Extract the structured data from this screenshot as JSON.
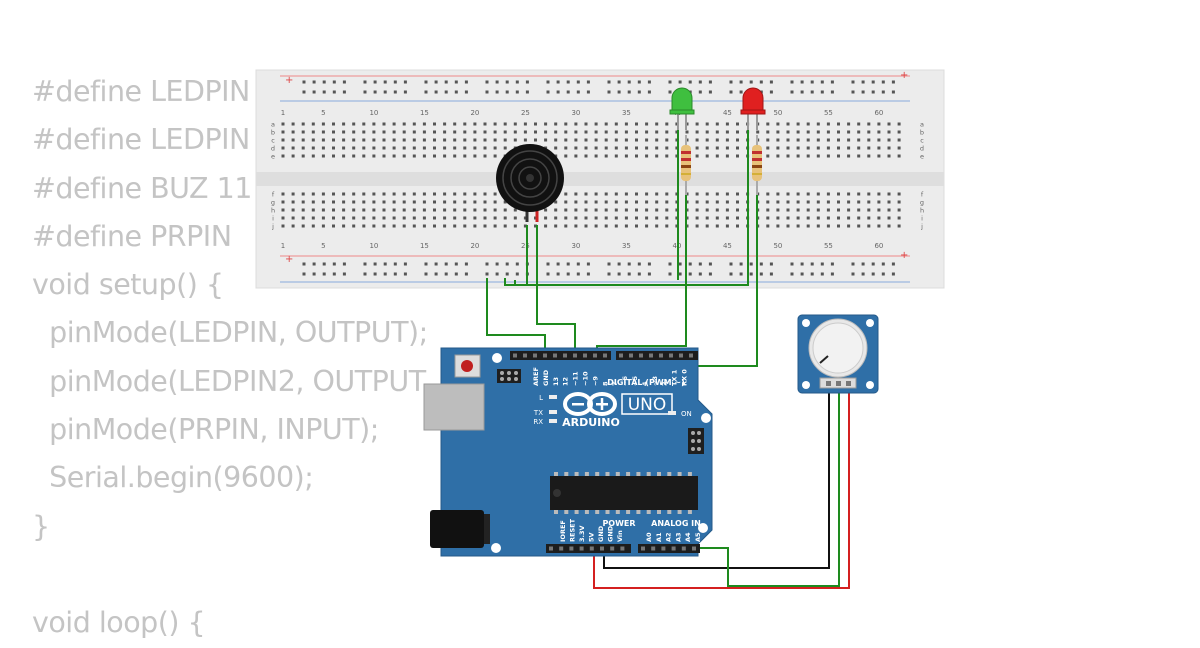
{
  "code_lines": [
    "#define LEDPIN",
    "#define LEDPIN",
    "#define BUZ 11",
    "#define PRPIN",
    "void setup() {",
    "  pinMode(LEDPIN, OUTPUT);",
    "  pinMode(LEDPIN2, OUTPUT",
    "  pinMode(PRPIN, INPUT);",
    "  Serial.begin(9600);",
    "}",
    "",
    "void loop() {"
  ],
  "breadboard": {
    "column_numbers": [
      "1",
      "5",
      "10",
      "15",
      "20",
      "25",
      "30",
      "35",
      "40",
      "45",
      "50",
      "55",
      "60"
    ],
    "row_letters_top": [
      "a",
      "b",
      "c",
      "d",
      "e"
    ],
    "row_letters_bottom": [
      "f",
      "g",
      "h",
      "i",
      "j"
    ],
    "plus_sign": "+"
  },
  "arduino": {
    "model_label": "UNO",
    "brand_label": "ARDUINO",
    "digital_label": "DIGITAL (PWM ~)",
    "power_label": "POWER",
    "analog_label": "ANALOG IN",
    "on_label": "ON",
    "l_label": "L",
    "tx_label": "TX",
    "rx_label": "RX",
    "digital_pins": [
      "AREF",
      "GND",
      "13",
      "12",
      "~11",
      "~10",
      "~9",
      "8",
      "7",
      "~6",
      "~5",
      "4",
      "~3",
      "2",
      "TX 1",
      "RX 0"
    ],
    "power_pins": [
      "IOREF",
      "RESET",
      "3.3V",
      "5V",
      "GND",
      "GND",
      "Vin"
    ],
    "analog_pins": [
      "A0",
      "A1",
      "A2",
      "A3",
      "A4",
      "A5"
    ]
  },
  "components": {
    "led_green_color": "#3fbf3f",
    "led_red_color": "#e02020",
    "board_color": "#2f6fa7",
    "wire_green": "#1e8a1e",
    "wire_red": "#d42020",
    "wire_black": "#111111"
  }
}
